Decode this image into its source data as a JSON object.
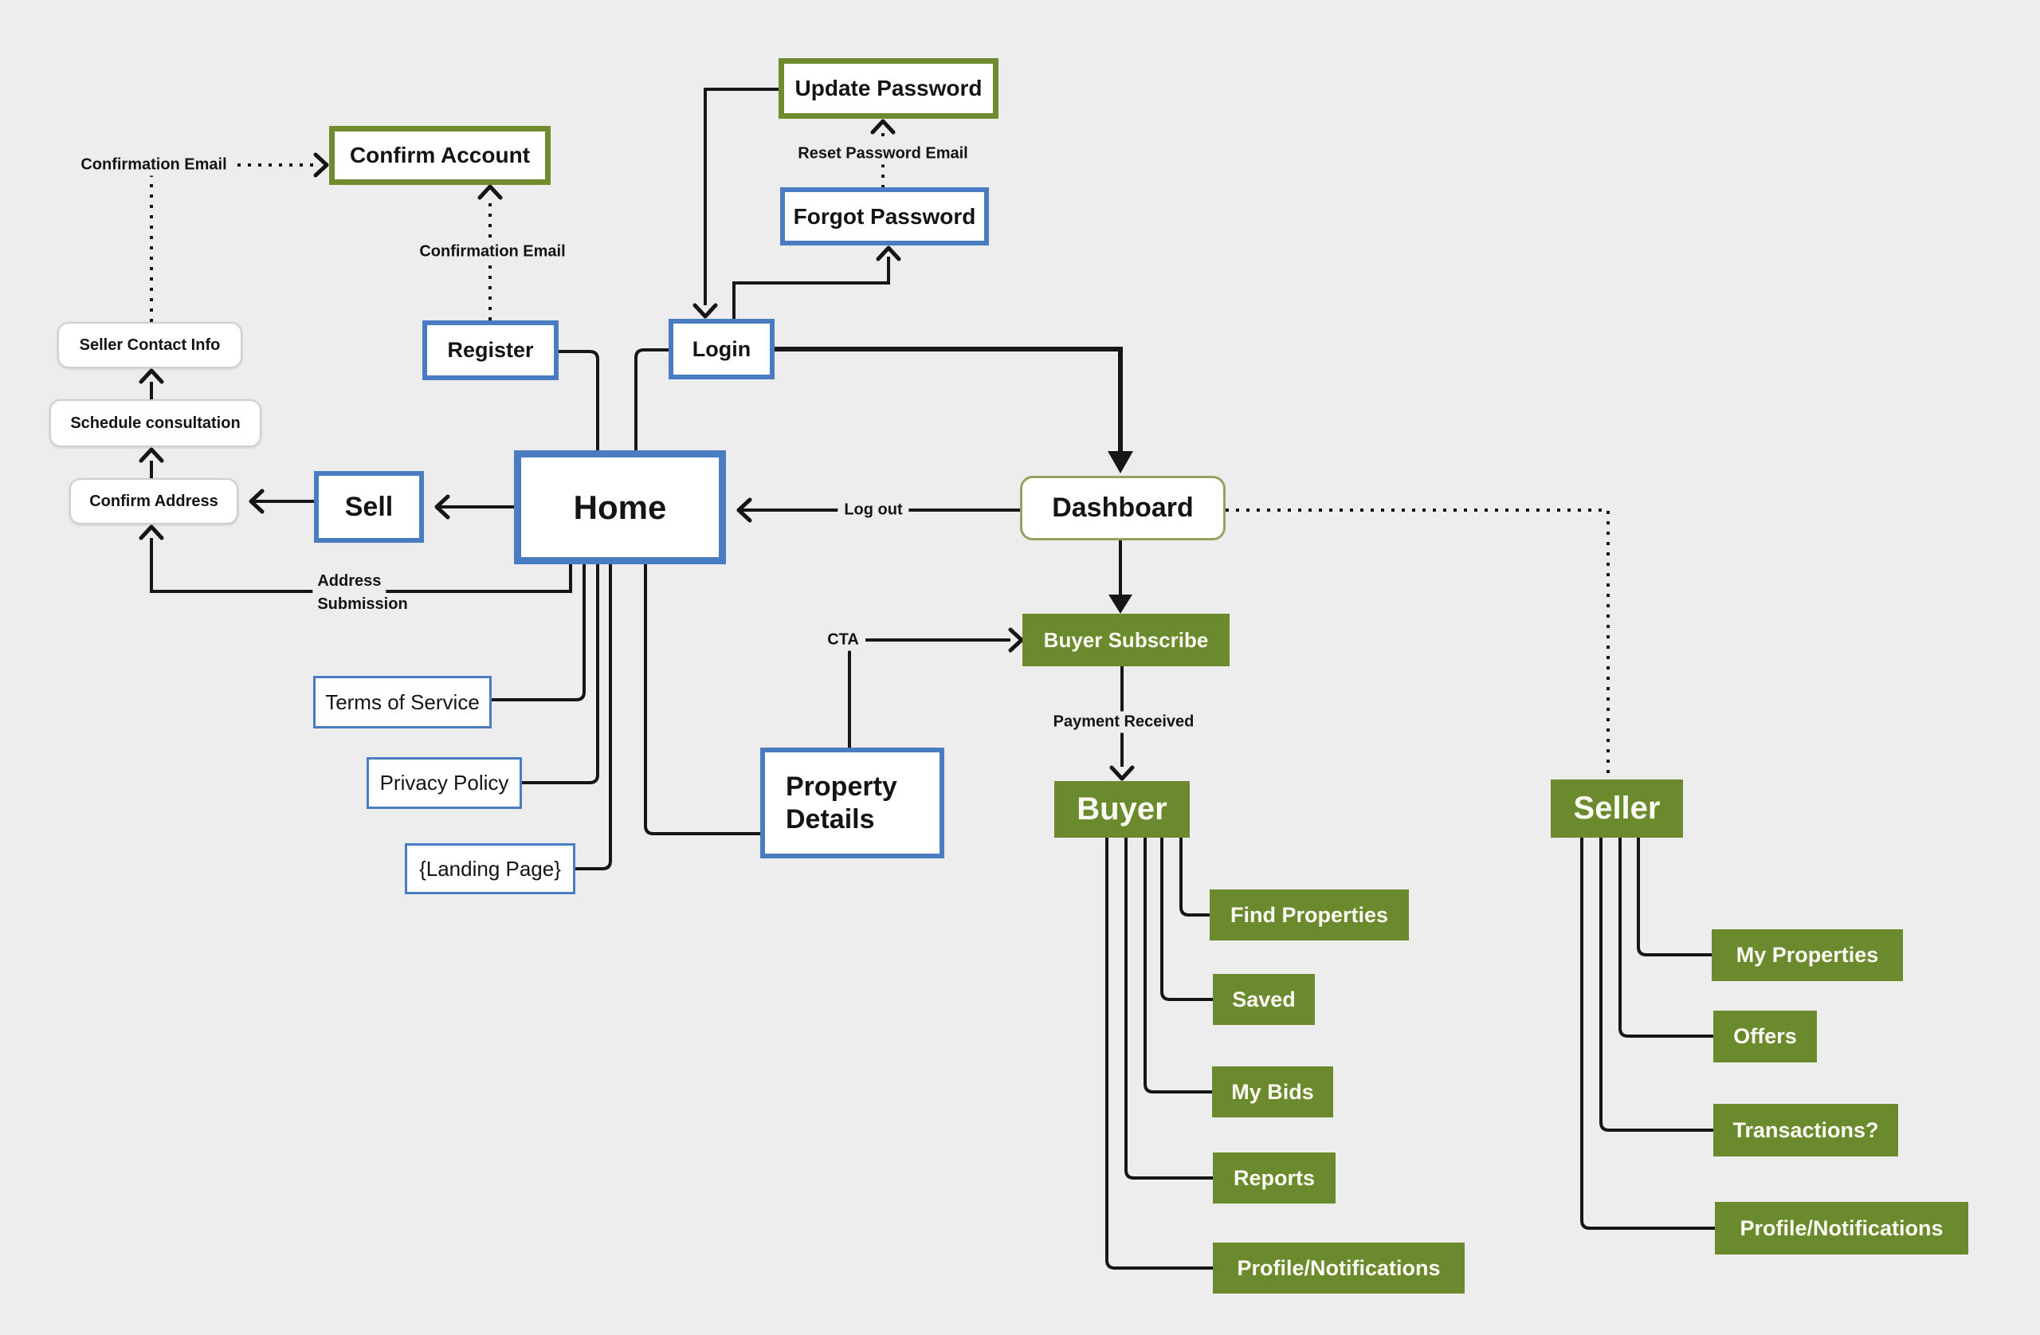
{
  "colors": {
    "background": "#ededed",
    "line": "#161616",
    "blue": "#4a7cc2",
    "olive": "#6f8b2d",
    "green": "#6b8a2e",
    "dashboard-border": "#94a45f",
    "round-border": "#cfcfcf",
    "text": "#141414",
    "node-text-light": "#fbfaf2"
  },
  "nodes": {
    "update_password": {
      "label": "Update Password"
    },
    "confirm_account": {
      "label": "Confirm Account"
    },
    "forgot_password": {
      "label": "Forgot Password"
    },
    "login": {
      "label": "Login"
    },
    "register": {
      "label": "Register"
    },
    "seller_contact_info": {
      "label": "Seller Contact Info"
    },
    "schedule_consultation": {
      "label": "Schedule consultation"
    },
    "confirm_address": {
      "label": "Confirm Address"
    },
    "sell": {
      "label": "Sell"
    },
    "home": {
      "label": "Home"
    },
    "dashboard": {
      "label": "Dashboard"
    },
    "terms_of_service": {
      "label": "Terms of Service"
    },
    "privacy_policy": {
      "label": "Privacy Policy"
    },
    "landing_page": {
      "label": "{Landing Page}"
    },
    "property_details": {
      "label": "Property Details"
    },
    "buyer_subscribe": {
      "label": "Buyer Subscribe"
    },
    "buyer": {
      "label": "Buyer"
    },
    "find_properties": {
      "label": "Find Properties"
    },
    "saved": {
      "label": "Saved"
    },
    "my_bids": {
      "label": "My Bids"
    },
    "reports": {
      "label": "Reports"
    },
    "profile_notifications_buyer": {
      "label": "Profile/Notifications"
    },
    "seller": {
      "label": "Seller"
    },
    "my_properties": {
      "label": "My Properties"
    },
    "offers": {
      "label": "Offers"
    },
    "transactions": {
      "label": "Transactions?"
    },
    "profile_notifications_seller": {
      "label": "Profile/Notifications"
    }
  },
  "edge_labels": {
    "confirmation_email_seller": "Confirmation Email",
    "confirmation_email_register": "Confirmation Email",
    "reset_password_email": "Reset Password Email",
    "log_out": "Log out",
    "cta": "CTA",
    "payment_received": "Payment Received",
    "address_submission": {
      "line1": "Address",
      "line2": "Submission"
    }
  }
}
